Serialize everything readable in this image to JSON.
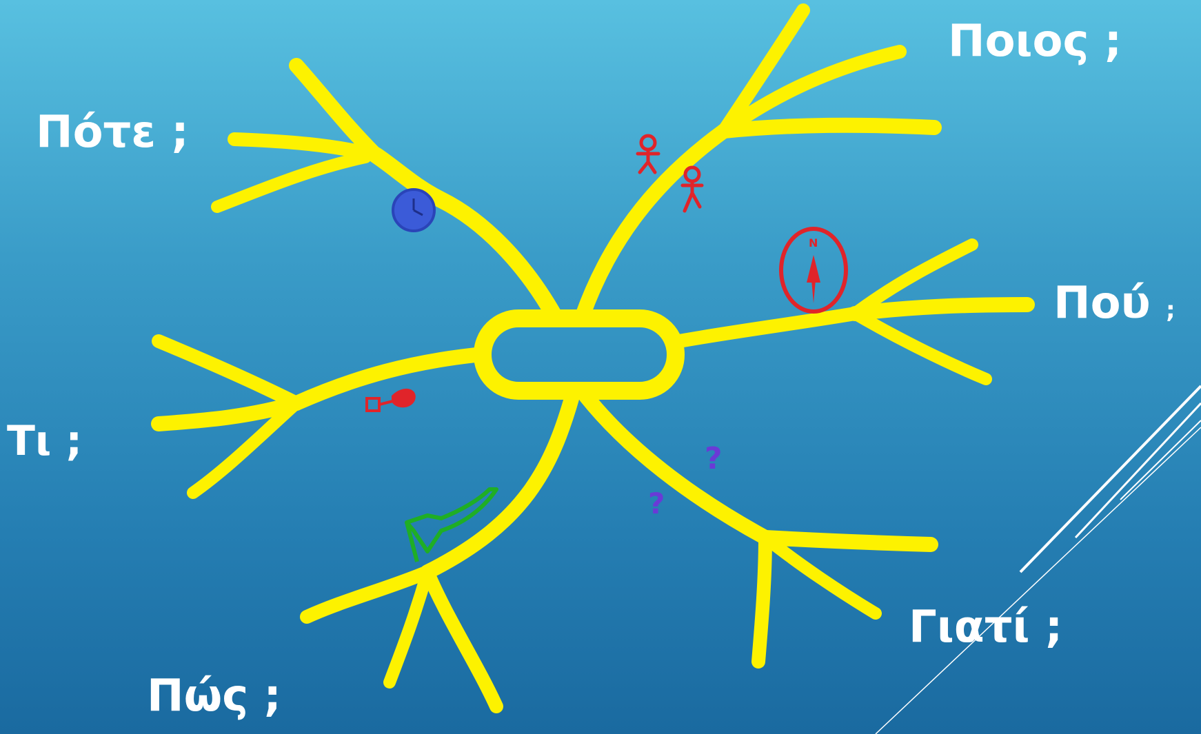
{
  "slide": {
    "background_top": "#58c0e0",
    "background_bottom": "#1a6aa0",
    "branch_color": "#fdf200"
  },
  "branches": {
    "when": {
      "label": "Πότε ;",
      "icon": "clock-icon"
    },
    "who": {
      "label": "Ποιος ;",
      "icon": "person-icon"
    },
    "where": {
      "label": "Πού",
      "suffix": ";",
      "icon": "compass-icon"
    },
    "what": {
      "label": "Τι ;",
      "icon": "key-icon"
    },
    "how": {
      "label": "Πώς ;",
      "icon": "arrow-icon"
    },
    "why": {
      "label": "Γιατί ;",
      "icon": "question-mark-icon"
    }
  }
}
